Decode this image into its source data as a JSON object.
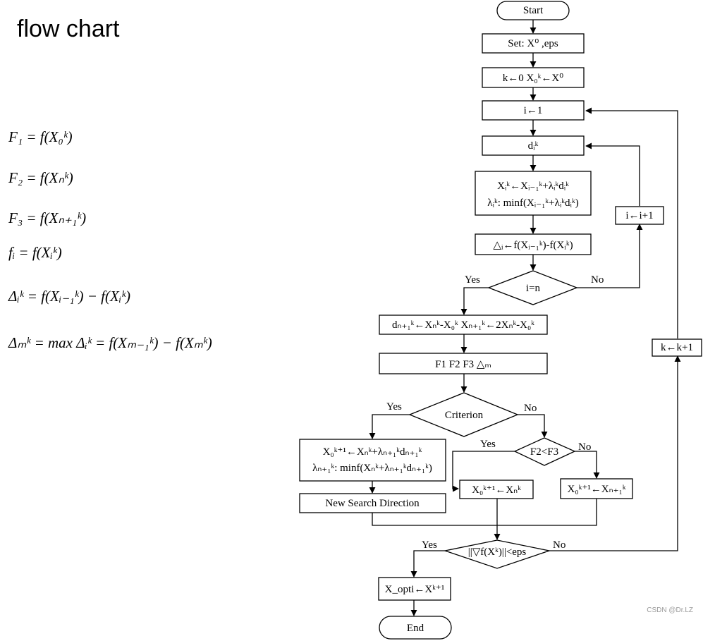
{
  "title": "flow chart",
  "formulas": [
    "F₁ = f(X₀ᵏ)",
    "F₂ = f(Xₙᵏ)",
    "F₃ = f(Xₙ₊₁ᵏ)",
    "fᵢ = f(Xᵢᵏ)",
    "Δᵢᵏ = f(Xᵢ₋₁ᵏ) − f(Xᵢᵏ)",
    "Δₘᵏ = max Δᵢᵏ = f(Xₘ₋₁ᵏ) − f(Xₘᵏ)"
  ],
  "nodes": {
    "start": "Start",
    "set": "Set: X⁰ ,eps",
    "init": "k←0  X₀ᵏ←X⁰",
    "i_init": "i←1",
    "d": "dᵢᵏ",
    "update_line1": "Xᵢᵏ←Xᵢ₋₁ᵏ+λᵢᵏdᵢᵏ",
    "update_line2": "λᵢᵏ:  minf(Xᵢ₋₁ᵏ+λᵢᵏdᵢᵏ)",
    "delta": "△ᵢ←f(Xᵢ₋₁ᵏ)-f(Xᵢᵏ)",
    "i_eq_n": "i=n",
    "i_inc": "i←i+1",
    "new_dir": "dₙ₊₁ᵏ←Xₙᵏ-X₀ᵏ  Xₙ₊₁ᵏ←2Xₙᵏ-X₀ᵏ",
    "compute": "F1  F2  F3  △ₘ",
    "criterion": "Criterion",
    "yes_line1": "X₀ᵏ⁺¹←Xₙᵏ+λₙ₊₁ᵏdₙ₊₁ᵏ",
    "yes_line2": "λₙ₊₁ᵏ:  minf(Xₙᵏ+λₙ₊₁ᵏdₙ₊₁ᵏ)",
    "new_search": "New Search Direction",
    "f2_lt_f3": "F2<F3",
    "assign_n": "X₀ᵏ⁺¹←Xₙᵏ",
    "assign_n1": "X₀ᵏ⁺¹←Xₙ₊₁ᵏ",
    "grad_check": "||▽f(Xᵏ)||<eps",
    "k_inc": "k←k+1",
    "x_opti": "X_opti←Xᵏ⁺¹",
    "end": "End"
  },
  "edge_labels": {
    "yes": "Yes",
    "no": "No"
  },
  "watermark": "CSDN @Dr.LZ"
}
